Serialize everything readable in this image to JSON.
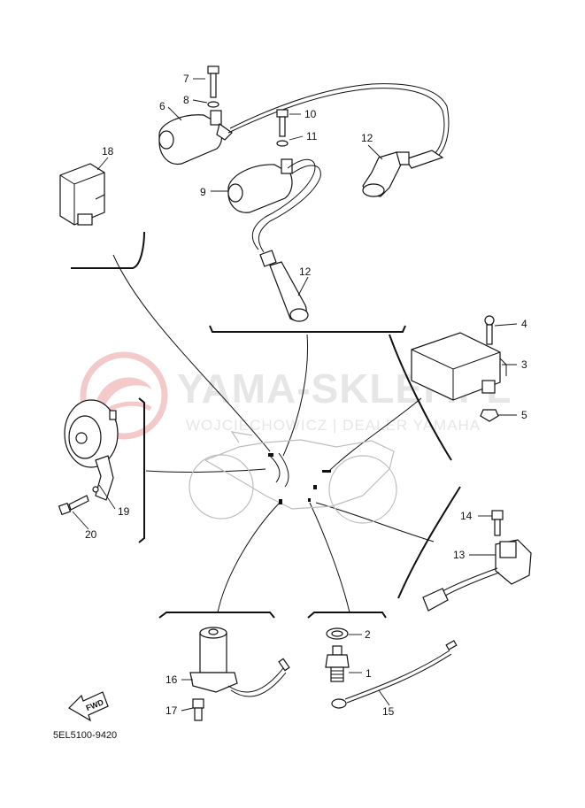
{
  "watermark": {
    "brand": "YAMA-SKLEP.PL",
    "subtitle": "WOJCIECHOWICZ | DEALER YAMAHA",
    "logo_color": "#f3c9c9"
  },
  "diagram_code": "5EL5100-9420",
  "fwd_label": "FWD",
  "callouts": {
    "p1": "1",
    "p2": "2",
    "p3": "3",
    "p4": "4",
    "p5": "5",
    "p6": "6",
    "p7": "7",
    "p8": "8",
    "p9": "9",
    "p10": "10",
    "p11": "11",
    "p12a": "12",
    "p12b": "12",
    "p13": "13",
    "p14": "14",
    "p15": "15",
    "p16": "16",
    "p17": "17",
    "p18": "18",
    "p19": "19",
    "p20": "20"
  },
  "icons": [
    "fwd-arrow-icon",
    "dealer-logo-icon"
  ]
}
